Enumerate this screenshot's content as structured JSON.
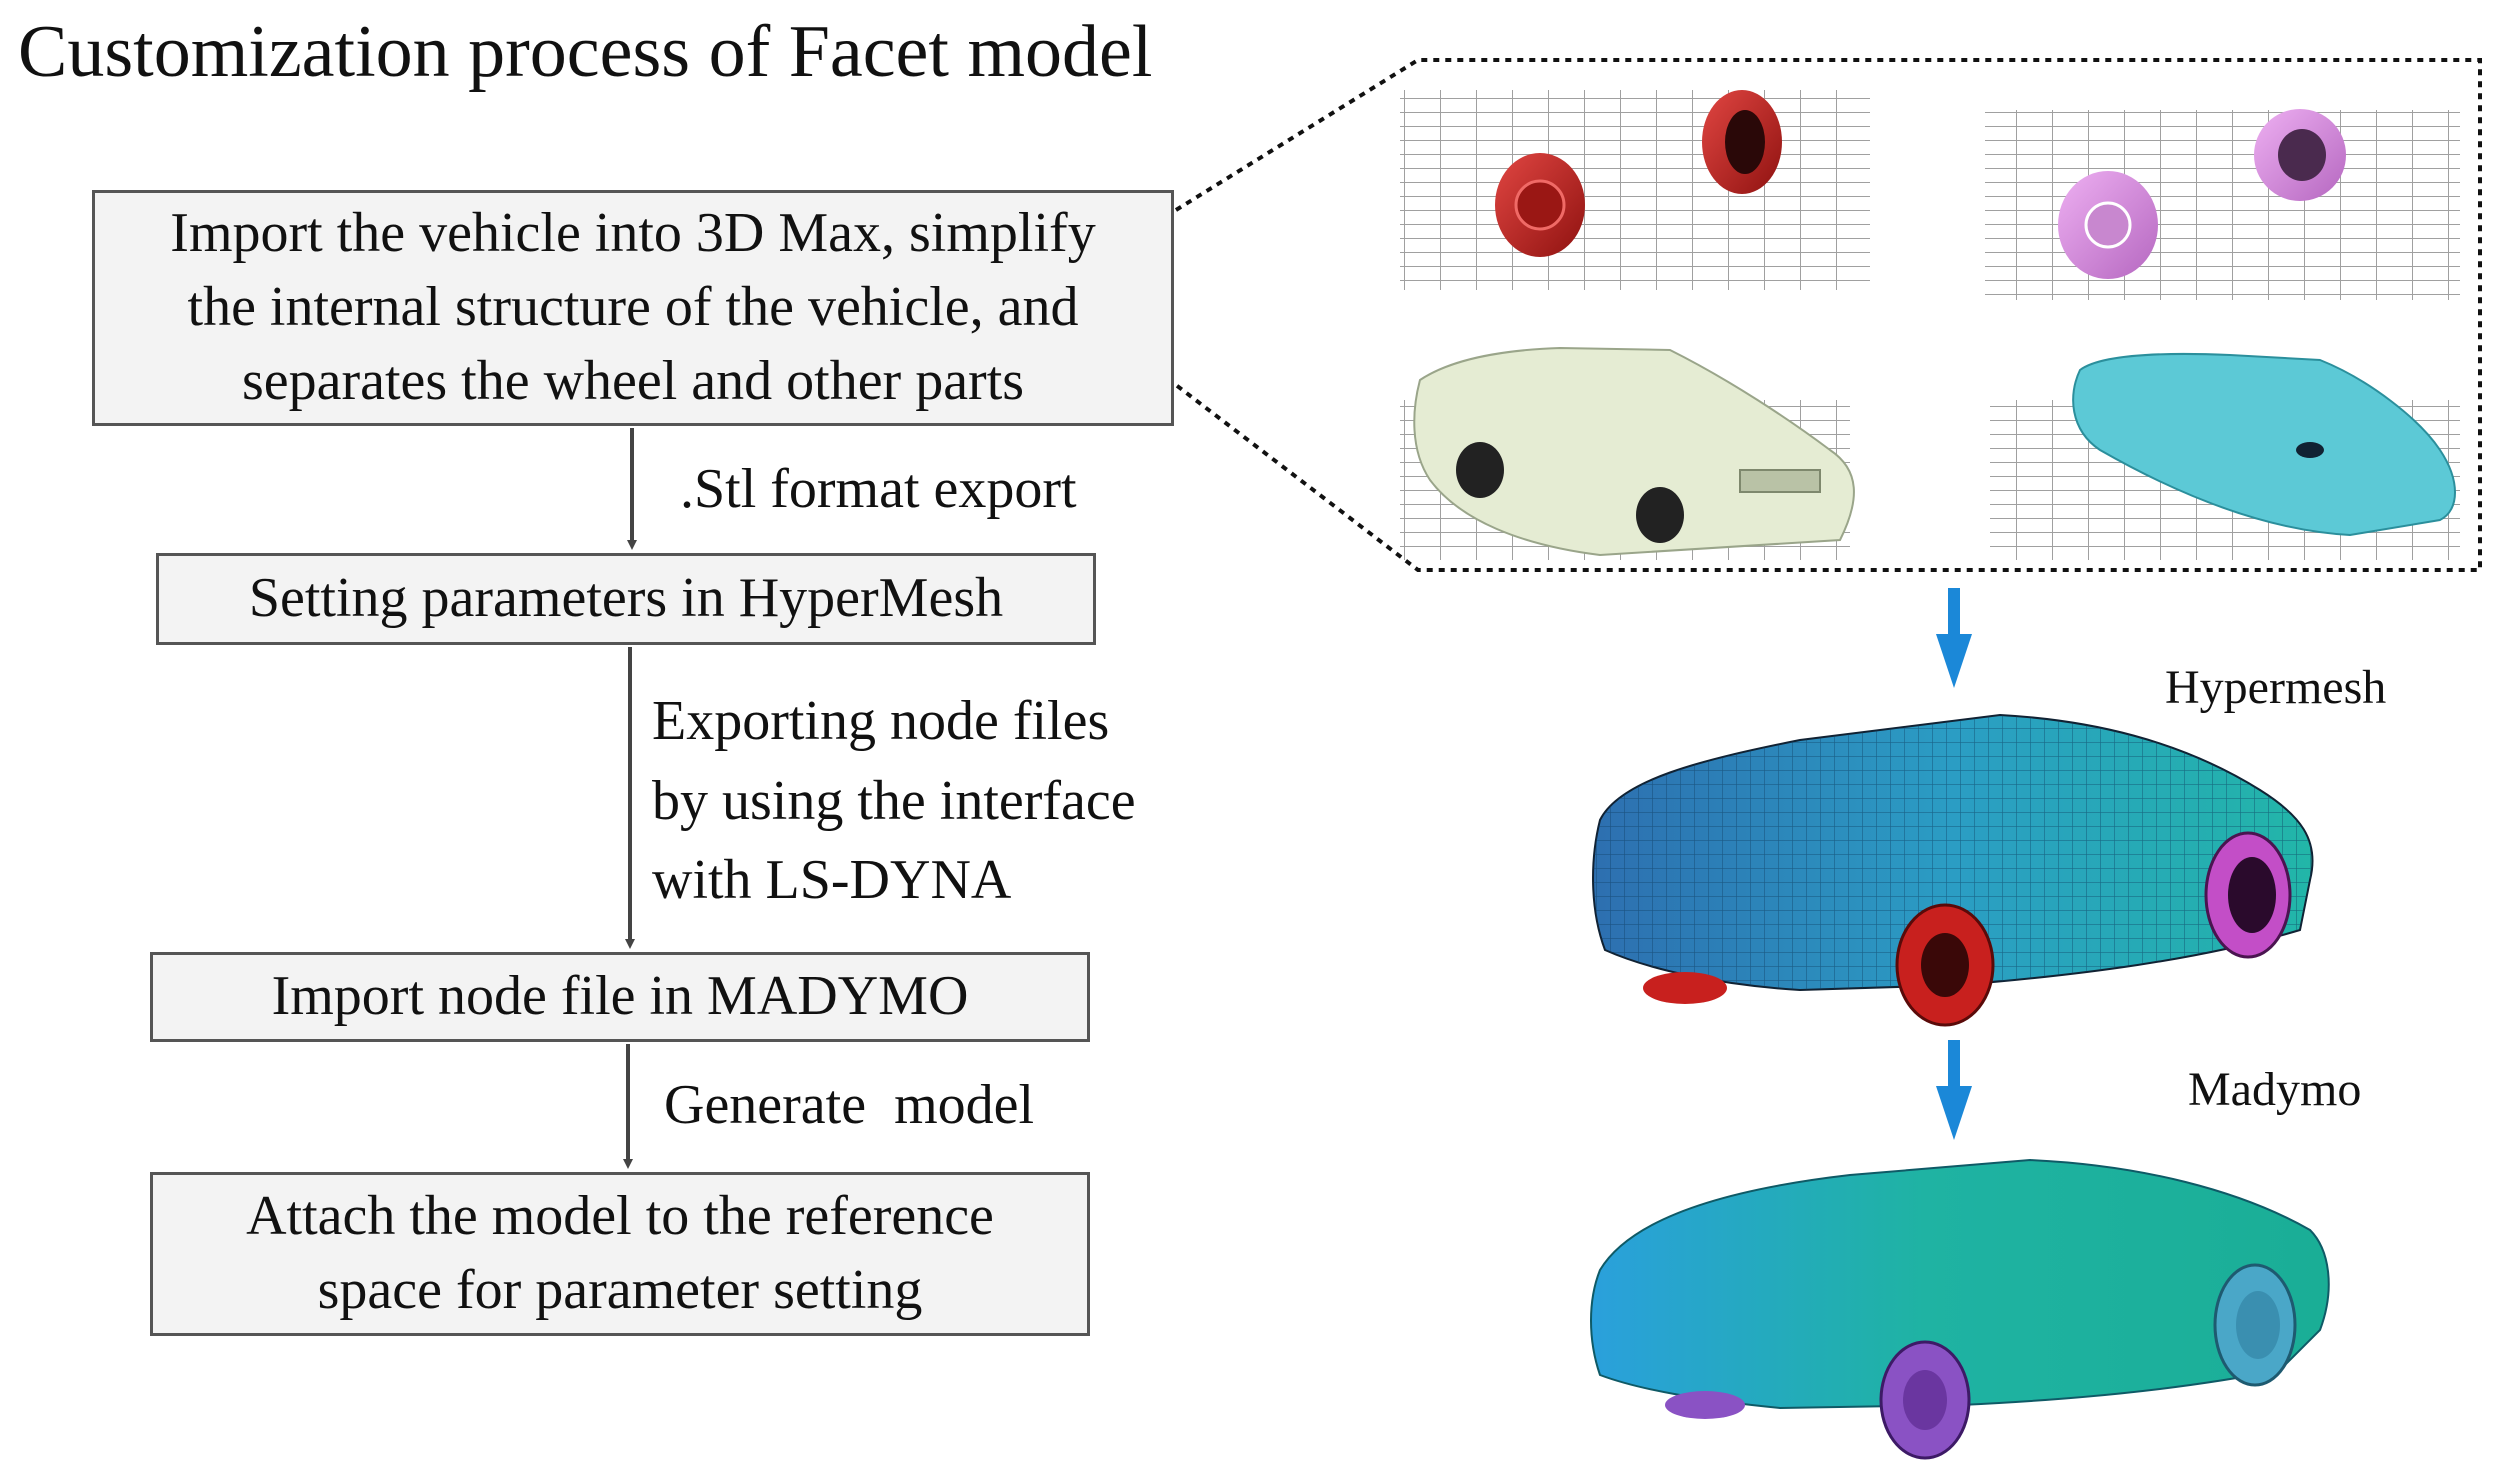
{
  "title": "Customization process of Facet model",
  "flow": {
    "box1_lines": [
      "Import the vehicle into 3D Max, simplify",
      "the internal structure of the vehicle, and",
      "separates the wheel and other parts"
    ],
    "step1_label": ".Stl format export",
    "box2": "Setting parameters in HyperMesh",
    "step2_lines": [
      "Exporting node files",
      "by using the interface",
      "with LS-DYNA"
    ],
    "box3": "Import node file in MADYMO",
    "step3_label": "Generate  model",
    "box4_lines": [
      "Attach the model to the reference",
      "space for parameter setting"
    ]
  },
  "illustrations": {
    "hypermesh_label": "Hypermesh",
    "madymo_label": "Madymo"
  },
  "colors": {
    "red_wheel": "#c8201e",
    "pink_wheel": "#d78ae0",
    "body_shell": "#e3ead2",
    "cyan_shell": "#5cc7d3",
    "mesh_blue": "#2d7fb8",
    "mesh_teal": "#23b3ad",
    "arrow_blue": "#1b88d8",
    "madymo_blue": "#2c9fd6",
    "madymo_teal": "#1ab29e",
    "purple_wheel": "#8a52c4"
  }
}
